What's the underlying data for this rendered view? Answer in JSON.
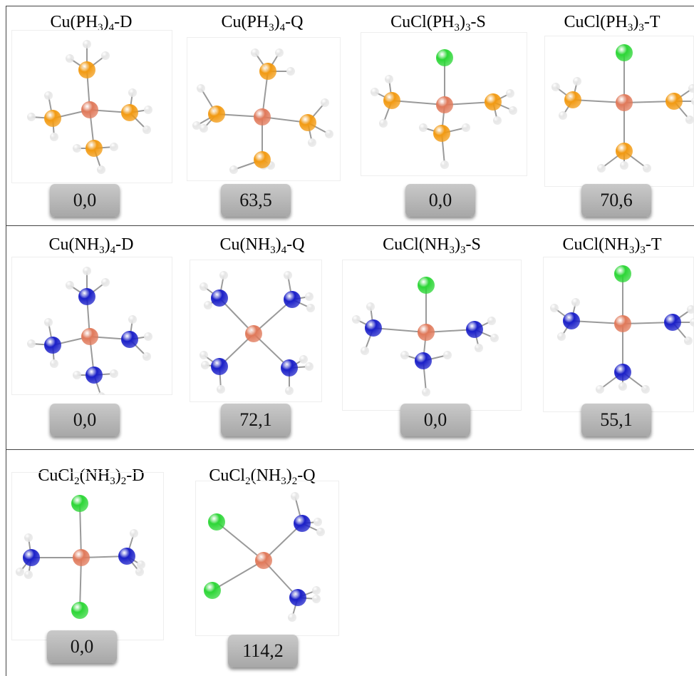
{
  "molecules": [
    {
      "id": "cuph4d",
      "name_parts": [
        "Cu(PH",
        "3",
        ")",
        "4",
        "-D"
      ],
      "energy": "0,0",
      "ligand": "P",
      "geometry": "tetra",
      "frame": true,
      "halides": 0
    },
    {
      "id": "cuph4q",
      "name_parts": [
        "Cu(PH",
        "3",
        ")",
        "4",
        "-Q"
      ],
      "energy": "63,5",
      "ligand": "P",
      "geometry": "square",
      "frame": true,
      "halides": 0
    },
    {
      "id": "cuclph3s",
      "name_parts": [
        "CuCl(PH",
        "3",
        ")",
        "3",
        "-S"
      ],
      "energy": "0,0",
      "ligand": "P",
      "geometry": "pyramid",
      "frame": true,
      "halides": 1
    },
    {
      "id": "cuclph3t",
      "name_parts": [
        "CuCl(PH",
        "3",
        ")",
        "3",
        "-T"
      ],
      "energy": "70,6",
      "ligand": "P",
      "geometry": "tshape",
      "frame": true,
      "halides": 1
    },
    {
      "id": "cunh4d",
      "name_parts": [
        "Cu(NH",
        "3",
        ")",
        "4",
        "-D"
      ],
      "energy": "0,0",
      "ligand": "N",
      "geometry": "tetra",
      "frame": true,
      "halides": 0
    },
    {
      "id": "cunh4q",
      "name_parts": [
        "Cu(NH",
        "3",
        ")",
        "4",
        "-Q"
      ],
      "energy": "72,1",
      "ligand": "N",
      "geometry": "xshape",
      "frame": true,
      "halides": 0
    },
    {
      "id": "cuclnh3s",
      "name_parts": [
        "CuCl(NH",
        "3",
        ")",
        "3",
        "-S"
      ],
      "energy": "0,0",
      "ligand": "N",
      "geometry": "pyramid",
      "frame": true,
      "halides": 1
    },
    {
      "id": "cuclnh3t",
      "name_parts": [
        "CuCl(NH",
        "3",
        ")",
        "3",
        "-T"
      ],
      "energy": "55,1",
      "ligand": "N",
      "geometry": "tshape",
      "frame": true,
      "halides": 1
    },
    {
      "id": "cucl2nh2d",
      "name_parts": [
        "CuCl",
        "2",
        "(NH",
        "3",
        ")",
        "2",
        "-D"
      ],
      "energy": "0,0",
      "ligand": "N",
      "geometry": "trans",
      "frame": true,
      "halides": 2
    },
    {
      "id": "cucl2nh2q",
      "name_parts": [
        "CuCl",
        "2",
        "(NH",
        "3",
        ")",
        "2",
        "-Q"
      ],
      "energy": "114,2",
      "ligand": "N",
      "geometry": "cis",
      "frame": true,
      "halides": 2
    }
  ],
  "colors": {
    "cu": "#e0795a",
    "p": "#f29a12",
    "n": "#1a1fc8",
    "cl": "#2cd636",
    "h": "#e6e6e6",
    "bond": "#9a9a9a",
    "badge_text": "#111111",
    "border": "#444444"
  }
}
